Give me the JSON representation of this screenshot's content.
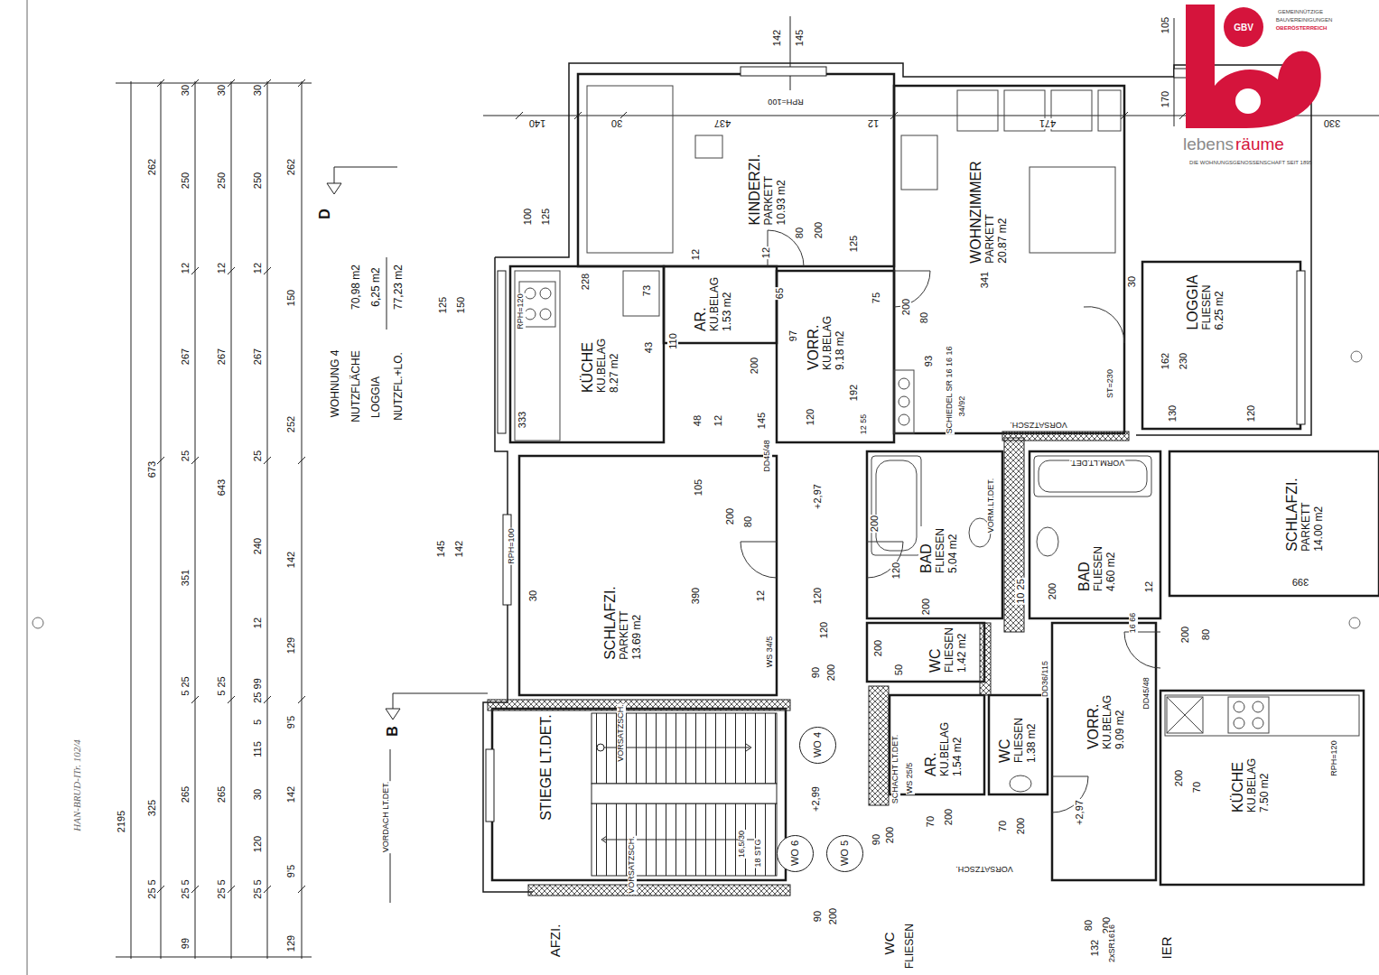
{
  "diagram": {
    "nodes": [
      {
        "text": [
          "KINDERZI.",
          "PARKETT",
          "10.93 m2"
        ]
      },
      {
        "text": [
          "WOHNZIMMER",
          "PARKETT",
          "20.87 m2"
        ]
      },
      {
        "text": [
          "LOGGIA",
          "FLIESEN",
          "6.25 m2"
        ]
      },
      {
        "text": [
          "KÜCHE",
          "KU.BELAG",
          "8.27 m2"
        ]
      },
      {
        "text": [
          "AR.",
          "KU.BELAG",
          "1.53 m2"
        ]
      },
      {
        "text": [
          "VORR.",
          "KU.BELAG",
          "9.18 m2"
        ]
      },
      {
        "text": [
          "SCHLAFZI.",
          "PARKETT",
          "13.69 m2"
        ]
      },
      {
        "text": [
          "BAD",
          "FLIESEN",
          "5.04 m2"
        ]
      },
      {
        "text": [
          "WC",
          "FLIESEN",
          "1.42 m2"
        ]
      },
      {
        "text": [
          "BAD",
          "FLIESEN",
          "4.60 m2"
        ]
      },
      {
        "text": [
          "SCHLAFZI.",
          "PARKETT",
          "14.00 m2"
        ]
      },
      {
        "text": [
          "STIEGE LT.DET."
        ]
      },
      {
        "text": [
          "AR.",
          "KU.BELAG",
          "1.54 m2"
        ]
      },
      {
        "text": [
          "WC",
          "FLIESEN",
          "1.38 m2"
        ]
      },
      {
        "text": [
          "VORR.",
          "KU.BELAG",
          "9.09 m2"
        ]
      },
      {
        "text": [
          "KÜCHE",
          "KU.BELAG",
          "7.50 m2"
        ]
      },
      {
        "text": [
          "WO 4"
        ]
      },
      {
        "text": [
          "WO 5"
        ]
      },
      {
        "text": [
          "WO 6"
        ]
      }
    ],
    "labels": [
      "GBV",
      "GEMEINNÜTZIGE",
      "BAUVEREINIGUNGEN",
      "OBERÖSTERREICH",
      "lebens",
      "räume",
      "DIE WOHNUNGSGENOSSENSCHAFT SEIT 1895",
      "WOHNUNG 4",
      "NUTZFLÄCHE",
      "70,98 m2",
      "LOGGIA",
      "6,25 m2",
      "NUTZFL.+LO.",
      "77,23 m2",
      "D",
      "B",
      "VORDACH LT.DET.",
      "HAN-BRUD-ITr. 102/4",
      "2195",
      "262",
      "673",
      "325",
      "25 5",
      "30",
      "250",
      "12",
      "267",
      "25",
      "351",
      "5 25",
      "265",
      "25 5",
      "99",
      "30",
      "250",
      "12",
      "267",
      "643",
      "5 25",
      "265",
      "25 5",
      "30",
      "250",
      "12",
      "267",
      "25",
      "240",
      "12",
      "25 99",
      "5",
      "115",
      "30",
      "120",
      "25 5",
      "262",
      "150",
      "252",
      "142",
      "129",
      "9'5",
      "142",
      "9'5",
      "129",
      "142",
      "145",
      "RPH=100",
      "140",
      "30",
      "437",
      "12",
      "471",
      "330",
      "105",
      "170",
      "80",
      "200",
      "125",
      "12",
      "100",
      "125",
      "125",
      "150",
      "RPH=120",
      "228",
      "73",
      "43",
      "110",
      "12",
      "333",
      "48",
      "12",
      "145",
      "DD45/48",
      "65",
      "97",
      "200",
      "120",
      "192",
      "75",
      "200",
      "80",
      "12 55",
      "93",
      "SCHIEDEL SR 16 16 16",
      "34/92",
      "VORSATZSCH.",
      "341",
      "ST=230",
      "30",
      "162",
      "230",
      "130",
      "120",
      "105",
      "200",
      "80",
      "145",
      "142",
      "RPH=100",
      "30",
      "390",
      "12",
      "+2,97",
      "WS 34/5",
      "120",
      "200",
      "120",
      "200",
      "VORM.LT.DET.",
      "200",
      "50",
      "VORM.LT.DET.",
      "10 25",
      "200",
      "12",
      "399",
      "80",
      "200",
      "DD36/115",
      "DD45/48",
      "16 66",
      "90",
      "200",
      "120",
      "+2,99",
      "16,5/30",
      "18 STG",
      "VORSATZSCH.",
      "VORSATZSCH.",
      "SCHACHT LT.DET.",
      "WS 25/5",
      "90",
      "200",
      "70",
      "200",
      "70",
      "200",
      "+2,97",
      "VORSATZSCH.",
      "80",
      "200",
      "90",
      "200",
      "RPH=120",
      "200",
      "70",
      "2xSR1616",
      "132",
      "AFZI.",
      "IER",
      "WC",
      "FLIESEN"
    ]
  }
}
